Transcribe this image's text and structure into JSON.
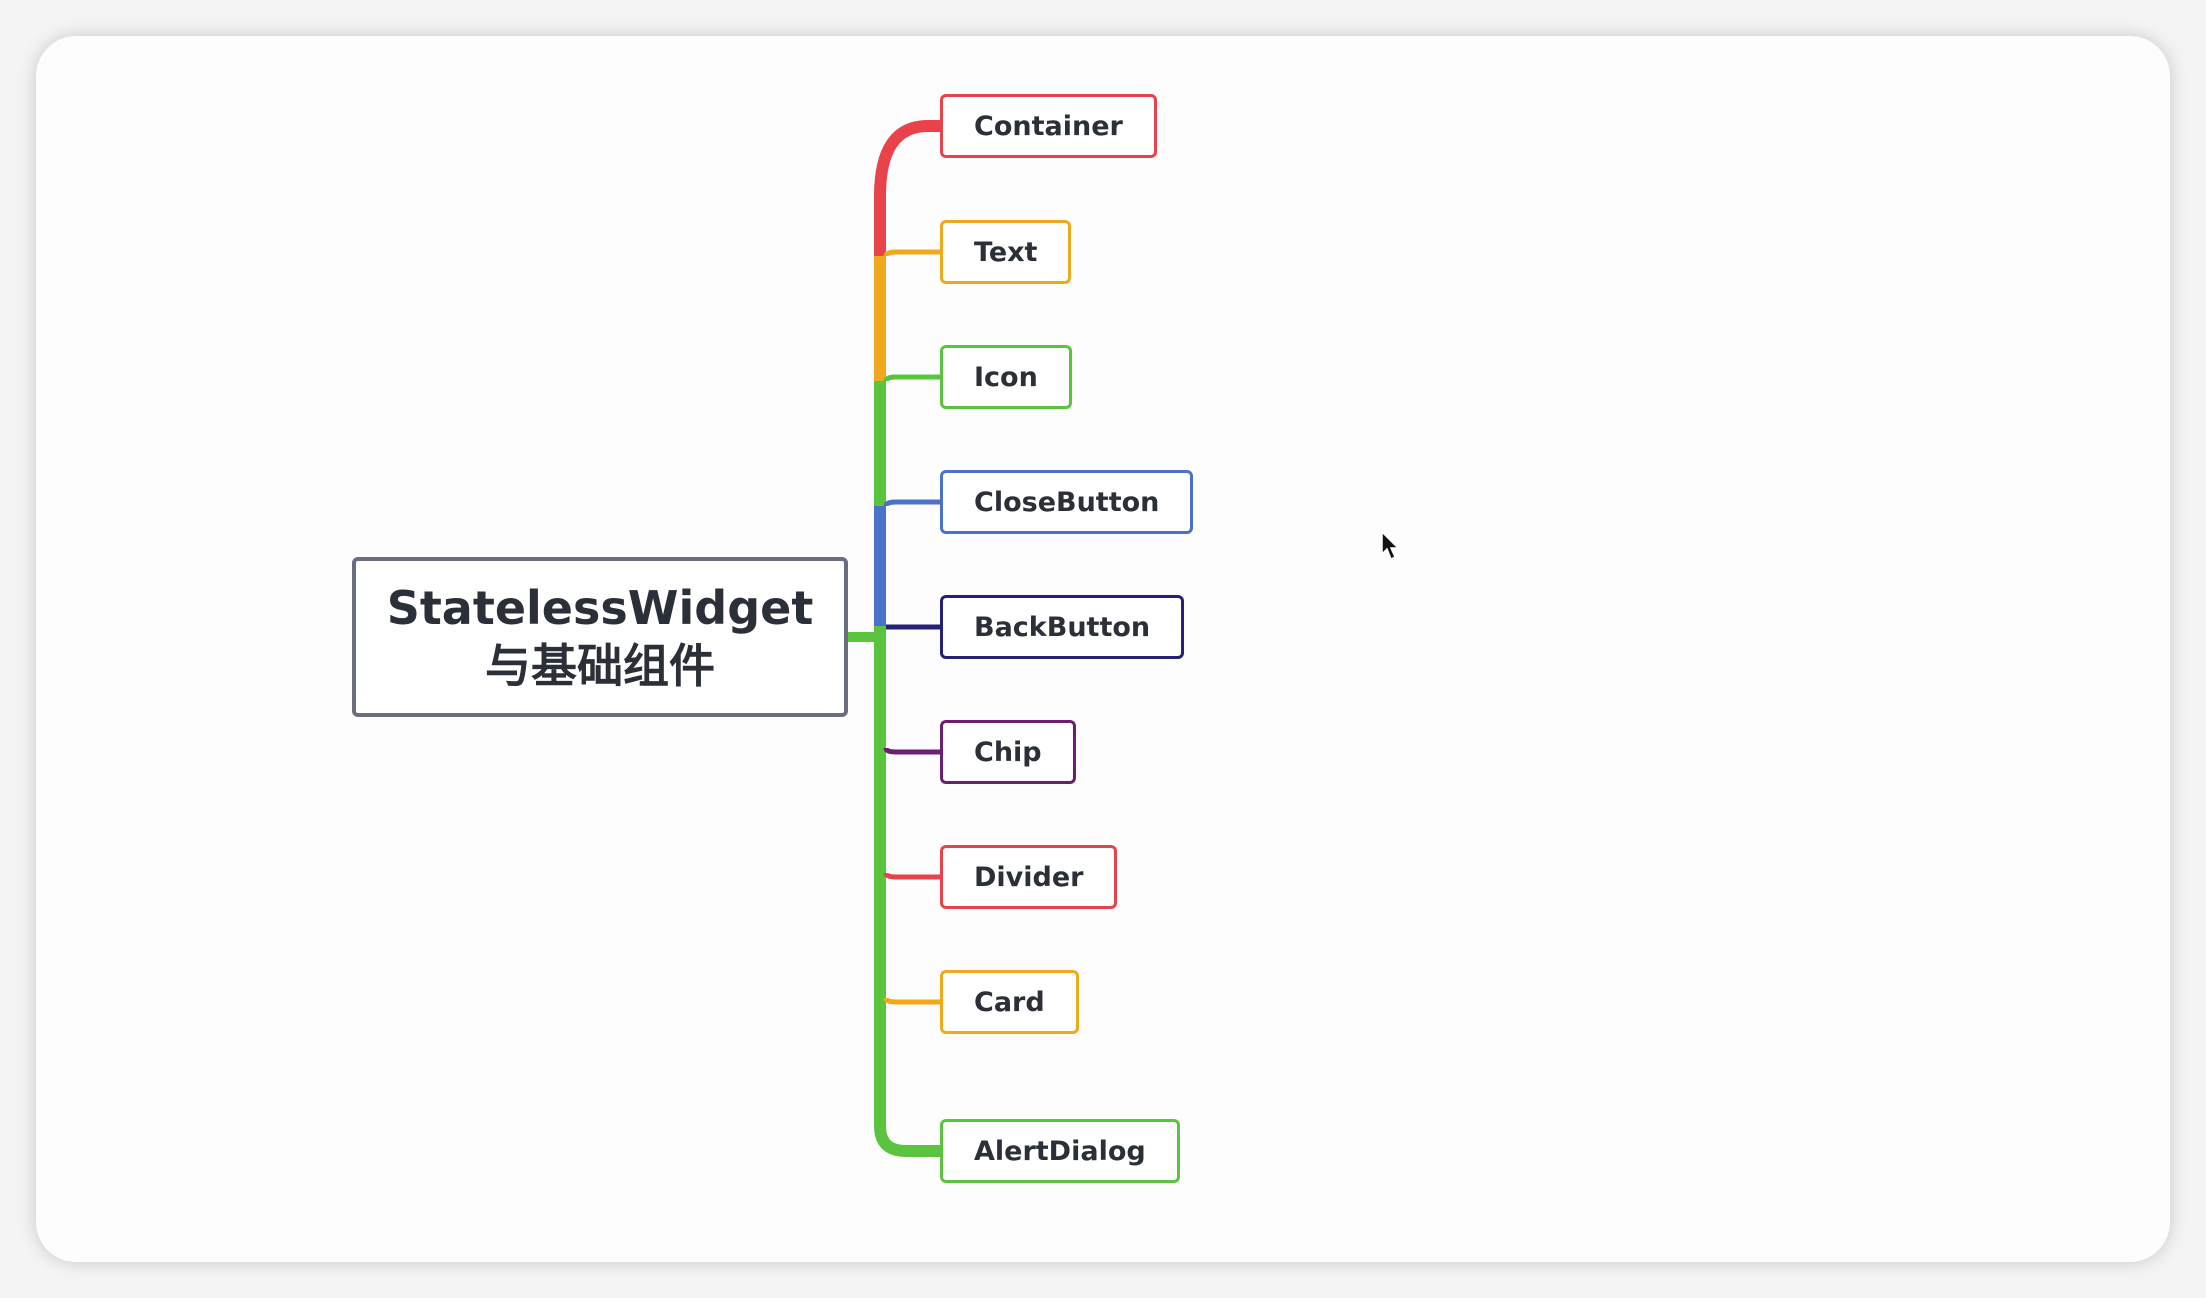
{
  "diagram": {
    "root": {
      "line1": "StatelessWidget",
      "line2": "与基础组件"
    },
    "children": [
      {
        "label": "Container",
        "color": "#e8434b"
      },
      {
        "label": "Text",
        "color": "#f0a81c"
      },
      {
        "label": "Icon",
        "color": "#5bc43f"
      },
      {
        "label": "CloseButton",
        "color": "#4a72c9"
      },
      {
        "label": "BackButton",
        "color": "#26207a"
      },
      {
        "label": "Chip",
        "color": "#6b1f73"
      },
      {
        "label": "Divider",
        "color": "#e8434b"
      },
      {
        "label": "Card",
        "color": "#f0a81c"
      },
      {
        "label": "AlertDialog",
        "color": "#5bc43f"
      }
    ],
    "trunk_colors": {
      "red": "#e8434b",
      "orange": "#f0a81c",
      "green": "#5bc43f",
      "blue": "#4a72c9"
    },
    "root_border_color": "#6a6f80"
  }
}
